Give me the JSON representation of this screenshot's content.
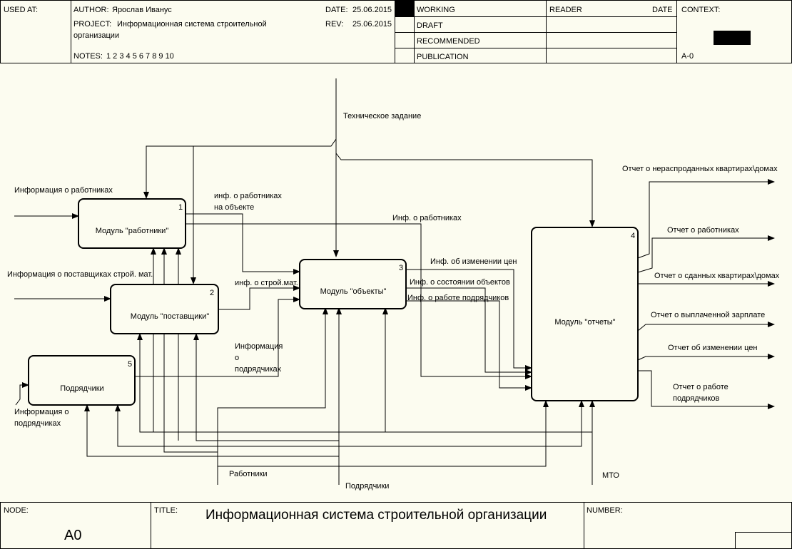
{
  "header": {
    "used_at_label": "USED AT:",
    "author_label": "AUTHOR:",
    "author": "Ярослав Иванус",
    "project_label": "PROJECT:",
    "project_line1": "Информационная система строительной",
    "project_line2": "организации",
    "notes_label": "NOTES:",
    "notes": "1  2  3  4  5  6  7  8  9  10",
    "date_label": "DATE:",
    "date": "25.06.2015",
    "rev_label": "REV:",
    "rev": "25.06.2015",
    "status": [
      "WORKING",
      "DRAFT",
      "RECOMMENDED",
      "PUBLICATION"
    ],
    "reader_label": "READER",
    "reader_date_label": "DATE",
    "context_label": "CONTEXT:",
    "context_node": "A-0"
  },
  "footer": {
    "node_label": "NODE:",
    "node": "A0",
    "title_label": "TITLE:",
    "title": "Информационная система строительной организации",
    "number_label": "NUMBER:"
  },
  "diagram": {
    "boxes": [
      {
        "num": "1",
        "name": "Модуль \"работники\""
      },
      {
        "num": "2",
        "name": "Модуль \"поставщики\""
      },
      {
        "num": "3",
        "name": "Модуль \"объекты\""
      },
      {
        "num": "4",
        "name": "Модуль \"отчеты\""
      },
      {
        "num": "5",
        "name": "Подрядчики"
      }
    ],
    "labels": {
      "tech_task": "Техническое задание",
      "in_workers": "Информация о работниках",
      "in_suppliers": "Информация о поставщиках строй. мат.",
      "in_contr1": "Информация о",
      "in_contr2": "подрядчиках",
      "workers_obj1": "инф. о работниках",
      "workers_obj2": "на объекте",
      "inf_workers": "Инф. о работниках",
      "build_mat": "инф. о строй.мат.",
      "price_change": "Инф. об изменении цен",
      "obj_state": "Инф. о состоянии объектов",
      "contr_work": "Инф. о работе подрядчиков",
      "info_contr1": "Информация",
      "info_contr2": "о",
      "info_contr3": "подрядчиках",
      "out1": "Отчет о нераспроданных квартирах\\домах",
      "out2": "Отчет о работниках",
      "out3": "Отчет о сданных квартирах\\домах",
      "out4": "Отчет о выплаченной зарплате",
      "out5": "Отчет об изменении цен",
      "out6a": "Отчет о работе",
      "out6b": "подрядчиков",
      "mech_workers": "Работники",
      "mech_contr": "Подрядчики",
      "mech_mto": "МТО"
    }
  }
}
